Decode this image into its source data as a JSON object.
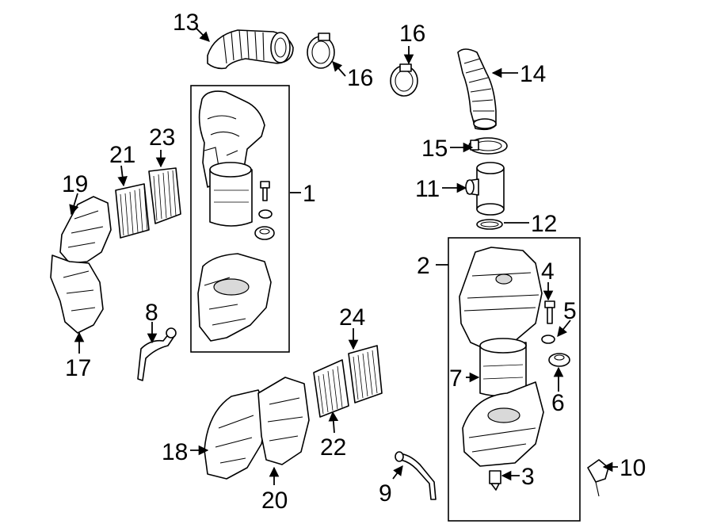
{
  "callouts": {
    "c1": "1",
    "c2": "2",
    "c3": "3",
    "c4": "4",
    "c5": "5",
    "c6": "6",
    "c7": "7",
    "c8": "8",
    "c9": "9",
    "c10": "10",
    "c11": "11",
    "c12": "12",
    "c13": "13",
    "c14": "14",
    "c15": "15",
    "c16a": "16",
    "c16b": "16",
    "c17": "17",
    "c18": "18",
    "c19": "19",
    "c20": "20",
    "c21": "21",
    "c22": "22",
    "c23": "23",
    "c24": "24"
  }
}
